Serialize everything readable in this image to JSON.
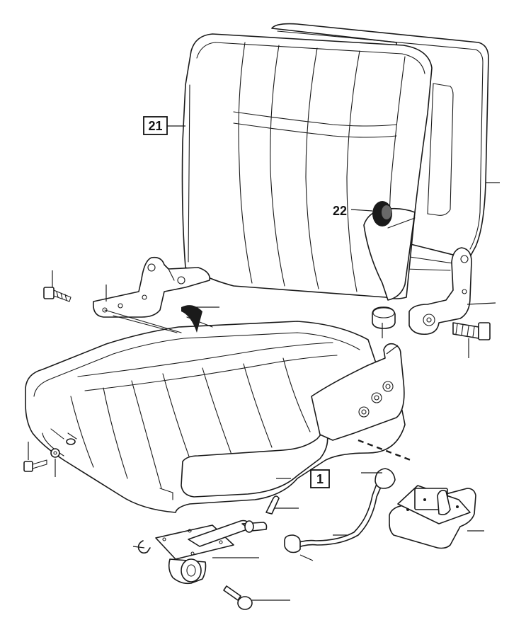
{
  "diagram": {
    "callouts": [
      {
        "id": "back",
        "label": "21",
        "boxed": true
      },
      {
        "id": "knob",
        "label": "22",
        "boxed": false
      },
      {
        "id": "cushion",
        "label": "1",
        "boxed": true
      }
    ],
    "colors": {
      "line": "#1a1a1a",
      "background": "#ffffff"
    }
  }
}
